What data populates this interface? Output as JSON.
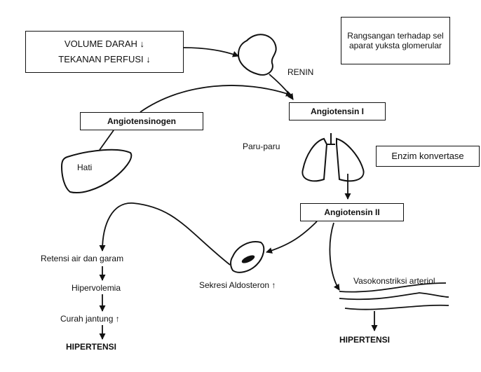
{
  "trigger": {
    "line1": "VOLUME DARAH ↓",
    "line2": "TEKANAN PERFUSI ↓"
  },
  "stimulus_note": "Rangsangan terhadap sel aparat yuksta glomerular",
  "renin": "RENIN",
  "angiotensinogen": "Angiotensinogen",
  "liver": "Hati",
  "angiotensin_1": "Angiotensin I",
  "lungs": "Paru-paru",
  "converting_enzyme": "Enzim konvertase",
  "angiotensin_2": "Angiotensin II",
  "aldosterone": "Sekresi Aldosteron ↑",
  "left_chain": {
    "step1": "Retensi air dan garam",
    "step2": "Hipervolemia",
    "step3": "Curah jantung ↑",
    "step4": "HIPERTENSI"
  },
  "vasoconstriction": "Vasokonstriksi arteriol",
  "right_result": "HIPERTENSI"
}
